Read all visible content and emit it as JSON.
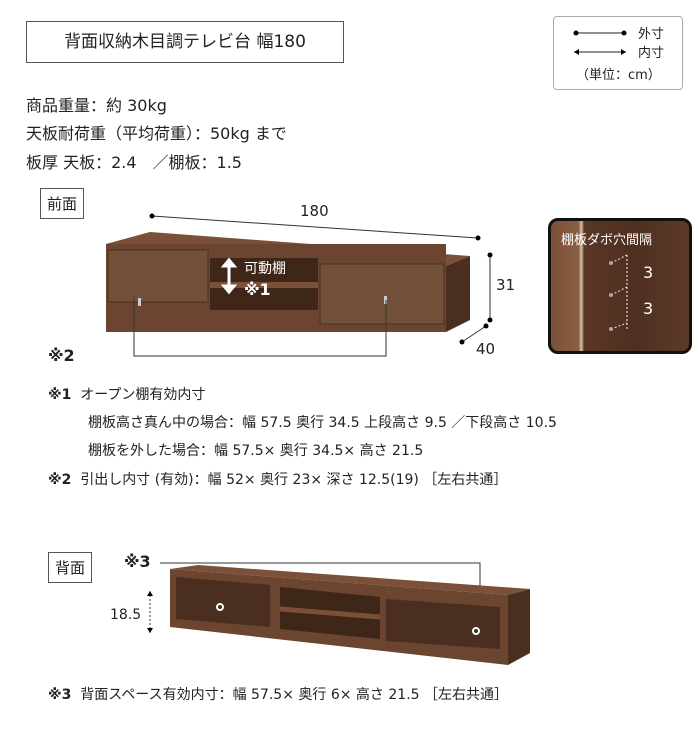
{
  "title": "背面収納木目調テレビ台 幅180",
  "legend": {
    "outer": "外寸",
    "inner": "内寸",
    "unit": "（単位：cm）"
  },
  "specs": [
    "商品重量：約 30kg",
    "天板耐荷重（平均荷重）：50kg まで",
    "板厚 天板：2.4　／棚板：1.5"
  ],
  "front": {
    "label": "前面",
    "width": "180",
    "height": "31",
    "depth": "40",
    "shelf_label": "可動棚",
    "mark1": "※1",
    "mark2": "※2"
  },
  "inset": {
    "title": "棚板ダボ穴間隔",
    "values": [
      "3",
      "3"
    ]
  },
  "notes": {
    "n1_mark": "※1",
    "n1_title": "オープン棚有効内寸",
    "n1_line1": "棚板高さ真ん中の場合：幅 57.5 奥行 34.5 上段高さ 9.5 ／下段高さ 10.5",
    "n1_line2": "棚板を外した場合：幅 57.5× 奥行 34.5× 高さ 21.5",
    "n2_mark": "※2",
    "n2_text": "引出し内寸 (有効)：幅 52× 奥行 23× 深さ 12.5(19) ［左右共通］"
  },
  "back": {
    "label": "背面",
    "mark3": "※3",
    "height": "18.5"
  },
  "note3": {
    "mark": "※3",
    "text": "背面スペース有効内寸：幅 57.5× 奥行 6× 高さ 21.5 ［左右共通］"
  },
  "colors": {
    "wood": "#6b4530",
    "wood_dark": "#4a2e20"
  }
}
